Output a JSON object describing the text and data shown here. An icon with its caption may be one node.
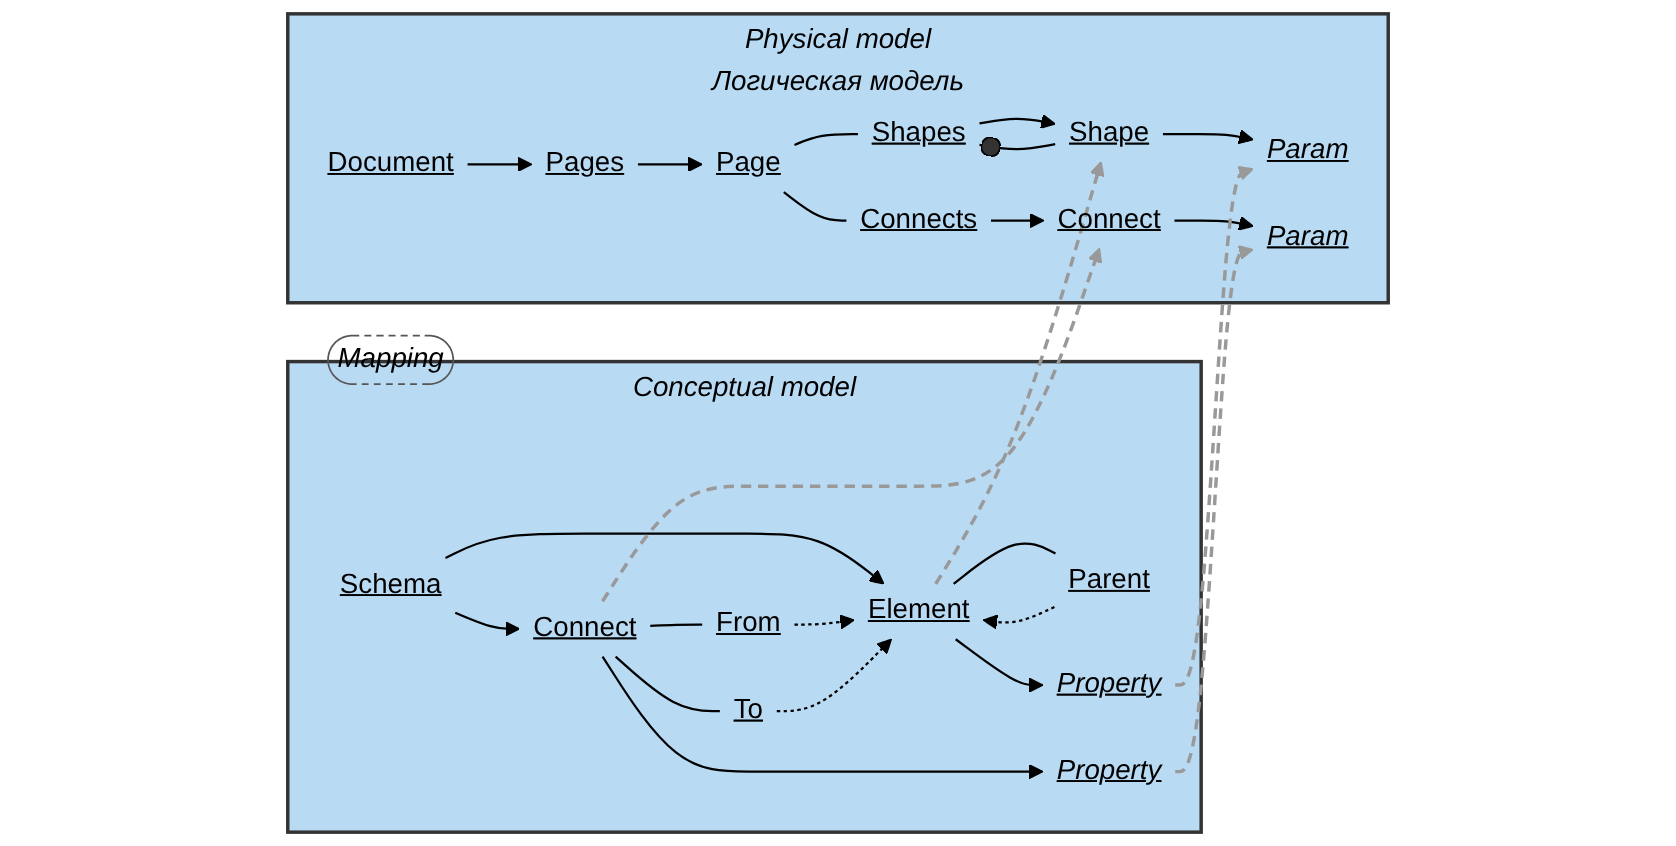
{
  "diagram": {
    "nodes": [
      {
        "text": [
          "Physical model",
          "Логическая модель"
        ]
      },
      {
        "text": [
          "Document"
        ],
        "in": 0
      },
      {
        "text": [
          "Pages"
        ],
        "in": 0
      },
      {
        "text": [
          "Page"
        ],
        "in": 0
      },
      {
        "text": [
          "Shapes"
        ],
        "in": 0
      },
      {
        "text": [
          "Shape"
        ],
        "in": 0
      },
      {
        "text": [
          "Param"
        ],
        "in": 0
      },
      {
        "text": [
          "Connects"
        ],
        "in": 0
      },
      {
        "text": [
          "Connect"
        ],
        "in": 0
      },
      {
        "text": [
          "Param"
        ],
        "in": 0
      },
      {
        "text": [
          "Mapping"
        ]
      },
      {
        "text": [
          "Conceptual model"
        ]
      },
      {
        "text": [
          "Schema"
        ],
        "in": 11
      },
      {
        "text": [
          "Element"
        ],
        "in": 11
      },
      {
        "text": [
          "Parent"
        ],
        "in": 11
      },
      {
        "text": [
          "Property"
        ],
        "in": 11
      },
      {
        "text": [
          "Connect"
        ],
        "in": 11
      },
      {
        "text": [
          "From"
        ],
        "in": 11
      },
      {
        "text": [
          "To"
        ],
        "in": 11
      },
      {
        "text": [
          "Property"
        ],
        "in": 11
      }
    ],
    "edges": [
      {
        "from": 1,
        "to": 2,
        "arrow": "to"
      },
      {
        "from": 2,
        "to": 3,
        "arrow": "to"
      },
      {
        "from": 3,
        "to": 4,
        "arrow": "none"
      },
      {
        "from": 4,
        "to": 5,
        "arrow": "to"
      },
      {
        "from": 4,
        "to": 5,
        "arrow": "other"
      },
      {
        "from": 5,
        "to": 6,
        "arrow": "to"
      },
      {
        "from": 3,
        "to": 7,
        "arrow": "none"
      },
      {
        "from": 7,
        "to": 8,
        "arrow": "to"
      },
      {
        "from": 8,
        "to": 9,
        "arrow": "to"
      },
      {
        "from": 12,
        "to": 13,
        "arrow": "to"
      },
      {
        "from": 13,
        "to": 14,
        "arrow": "none"
      },
      {
        "from": 13,
        "to": 15,
        "arrow": "to"
      },
      {
        "from": 12,
        "to": 16,
        "arrow": "to"
      },
      {
        "from": 16,
        "to": 17,
        "arrow": "none"
      },
      {
        "from": 16,
        "to": 18,
        "arrow": "none"
      },
      {
        "from": 16,
        "to": 19,
        "arrow": "to"
      },
      {
        "from": 14,
        "to": 13,
        "arrow": "to",
        "style": "dashed"
      },
      {
        "from": 17,
        "to": 13,
        "arrow": "to",
        "style": "dashed"
      },
      {
        "from": 18,
        "to": 13,
        "arrow": "to",
        "style": "dashed"
      },
      {
        "from": 13,
        "to": 5,
        "arrow": "to",
        "style": "dashed",
        "color": "#999999"
      },
      {
        "from": 15,
        "to": 6,
        "arrow": "to",
        "style": "dashed",
        "color": "#999999"
      },
      {
        "from": 16,
        "to": 8,
        "arrow": "to",
        "style": "dashed",
        "color": "#999999"
      },
      {
        "from": 19,
        "to": 9,
        "arrow": "to",
        "style": "dashed",
        "color": "#999999"
      }
    ]
  }
}
